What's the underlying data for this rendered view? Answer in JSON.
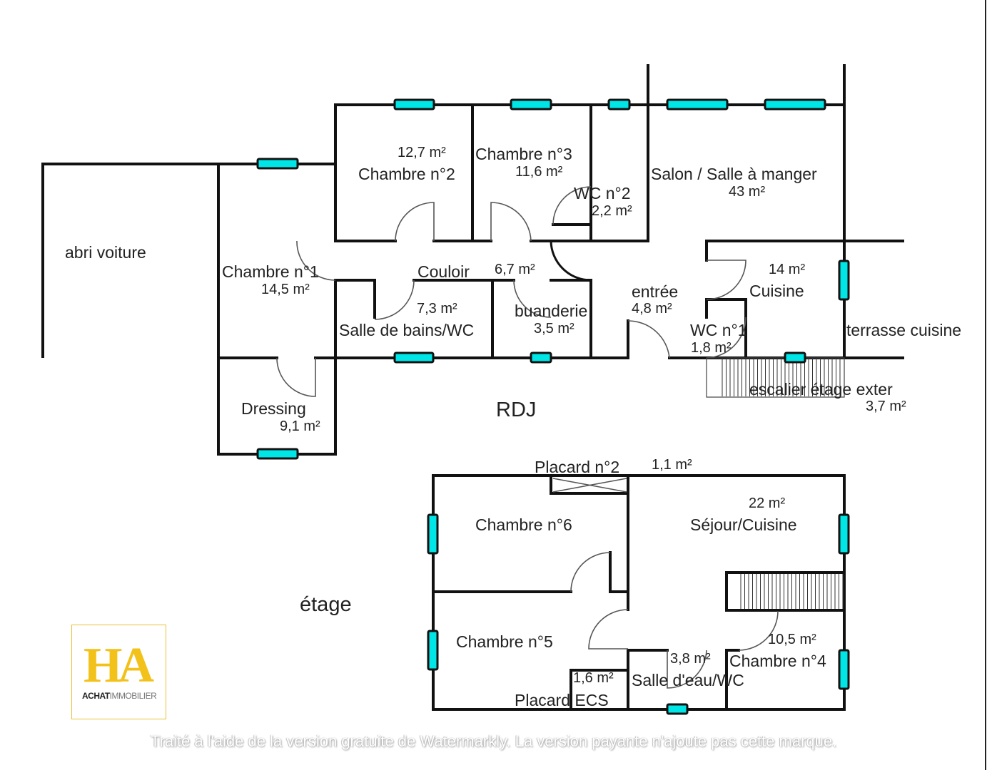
{
  "plan": {
    "ground_floor_label": "RDJ",
    "upper_floor_label": "étage",
    "ground_floor_rooms": [
      {
        "name": "abri voiture",
        "area": ""
      },
      {
        "name": "Chambre n°1",
        "area": "14,5  m²"
      },
      {
        "name": "Chambre n°2",
        "area": "12,7  m²"
      },
      {
        "name": "Chambre n°3",
        "area": "11,6  m²"
      },
      {
        "name": "WC n°2",
        "area": "2,2  m²"
      },
      {
        "name": "Salon / Salle à manger",
        "area": "43  m²"
      },
      {
        "name": "Couloir",
        "area": "6,7  m²"
      },
      {
        "name": "Salle de bains/WC",
        "area": "7,3  m²"
      },
      {
        "name": "buanderie",
        "area": "3,5  m²"
      },
      {
        "name": "entrée",
        "area": "4,8  m²"
      },
      {
        "name": "Cuisine",
        "area": "14  m²"
      },
      {
        "name": "WC n°1",
        "area": "1,8  m²"
      },
      {
        "name": "terrasse cuisine",
        "area": ""
      },
      {
        "name": "escalier étage exter",
        "area": "3,7  m²"
      },
      {
        "name": "Dressing",
        "area": "9,1  m²"
      }
    ],
    "upper_floor_rooms": [
      {
        "name": "Placard n°2",
        "area": "1,1  m²"
      },
      {
        "name": "Chambre n°6",
        "area": ""
      },
      {
        "name": "Séjour/Cuisine",
        "area": "22  m²"
      },
      {
        "name": "Chambre n°5",
        "area": ""
      },
      {
        "name": "Salle d'eau/WC",
        "area": "3,8  m²"
      },
      {
        "name": "Chambre n°4",
        "area": "10,5  m²"
      },
      {
        "name": "Placard ECS",
        "area": "1,6  m²"
      }
    ]
  },
  "logo": {
    "mark": "HA",
    "brand_bold": "ACHAT",
    "brand_light": "IMMOBILIER",
    "color": "#f2c21b"
  },
  "watermark": "Traité à l'aide de la version gratuite de Watermarkly. La version payante n'ajoute pas cette marque.",
  "colors": {
    "window": "#00e5e5",
    "wall": "#111111"
  }
}
